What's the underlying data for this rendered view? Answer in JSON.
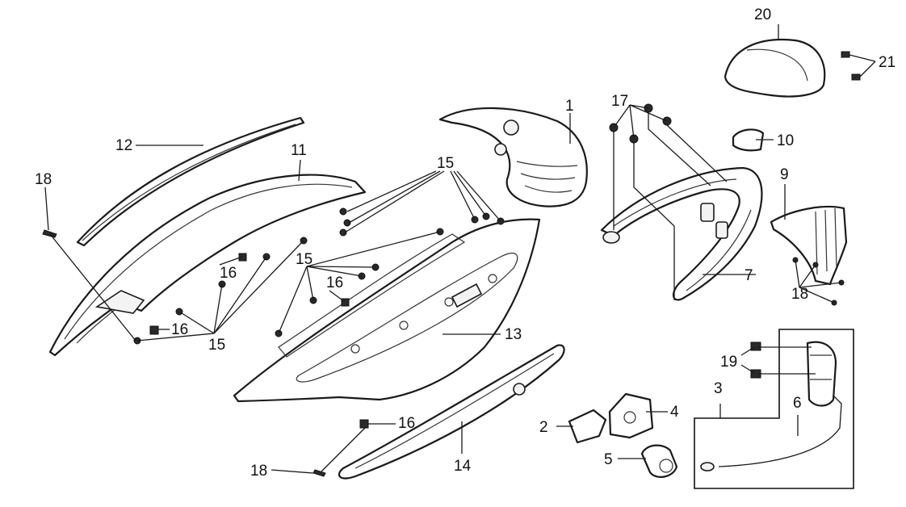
{
  "callouts": {
    "c1": "1",
    "c2": "2",
    "c3": "3",
    "c4": "4",
    "c5": "5",
    "c6": "6",
    "c7": "7",
    "c9": "9",
    "c10": "10",
    "c11": "11",
    "c12": "12",
    "c13": "13",
    "c14": "14",
    "c15a": "15",
    "c15b": "15",
    "c15c": "15",
    "c16a": "16",
    "c16b": "16",
    "c16c": "16",
    "c16d": "16",
    "c17": "17",
    "c18a": "18",
    "c18b": "18",
    "c18c": "18",
    "c19": "19",
    "c20": "20",
    "c21": "21"
  }
}
